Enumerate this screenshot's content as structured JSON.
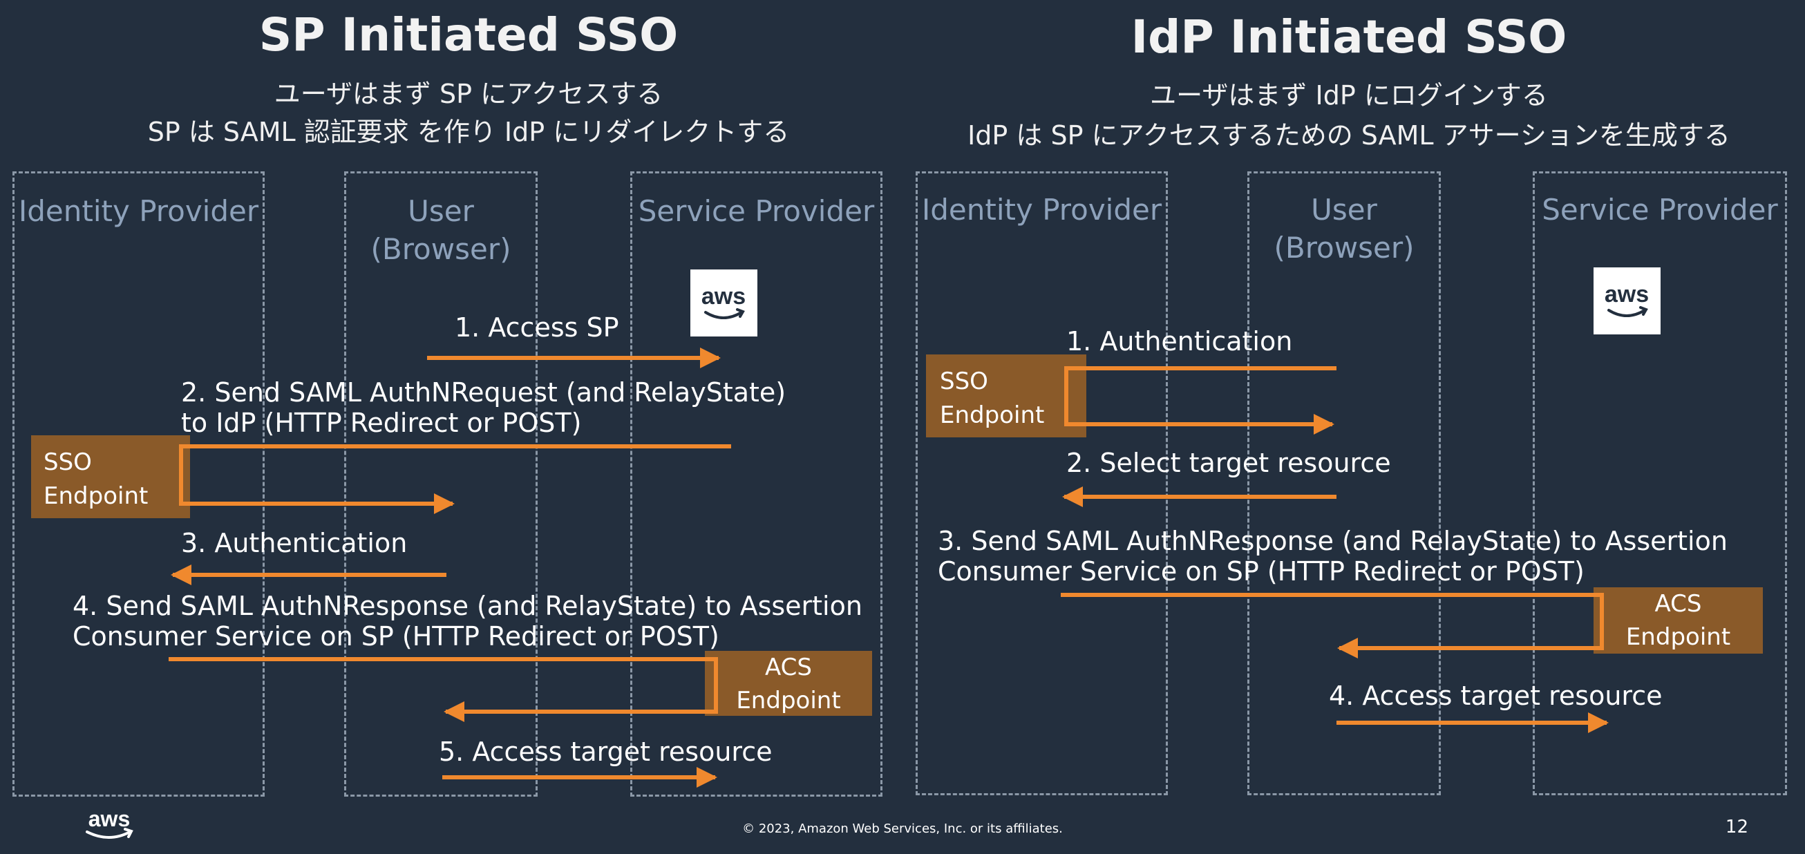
{
  "left": {
    "title": "SP Initiated SSO",
    "subtitle_1": "ユーザはまず SP にアクセスする",
    "subtitle_2": "SP は SAML 認証要求 を作り IdP にリダイレクトする",
    "lanes": [
      "Identity Provider",
      "User\n(Browser)",
      "Service Provider"
    ],
    "steps": [
      "1. Access SP",
      "2. Send SAML AuthNRequest (and RelayState)\nto IdP (HTTP Redirect or POST)",
      "3. Authentication",
      "4. Send SAML AuthNResponse (and RelayState) to Assertion\nConsumer Service on SP (HTTP Redirect or POST)",
      "5. Access target resource"
    ],
    "sso_endpoint": "SSO\nEndpoint",
    "acs_endpoint": "ACS\nEndpoint",
    "logo_text": "aws"
  },
  "right": {
    "title": "IdP Initiated SSO",
    "subtitle_1": "ユーザはまず IdP にログインする",
    "subtitle_2": "IdP は SP にアクセスするための SAML アサーションを生成する",
    "lanes": [
      "Identity Provider",
      "User\n(Browser)",
      "Service Provider"
    ],
    "steps": [
      "1. Authentication",
      "2. Select target resource",
      "3. Send SAML AuthNResponse (and RelayState) to Assertion\nConsumer Service on SP (HTTP Redirect or POST)",
      "4. Access target resource"
    ],
    "sso_endpoint": "SSO\nEndpoint",
    "acs_endpoint": "ACS\nEndpoint",
    "logo_text": "aws"
  },
  "footer": {
    "copyright": "© 2023, Amazon Web Services, Inc. or its affiliates.",
    "page_number": "12",
    "logo_text": "aws"
  },
  "colors": {
    "background": "#232f3e",
    "arrow": "#f0892e",
    "endpoint_fill": "#8a5a29",
    "lane_border": "#8b98a7",
    "lane_label": "#8ea2bb"
  }
}
